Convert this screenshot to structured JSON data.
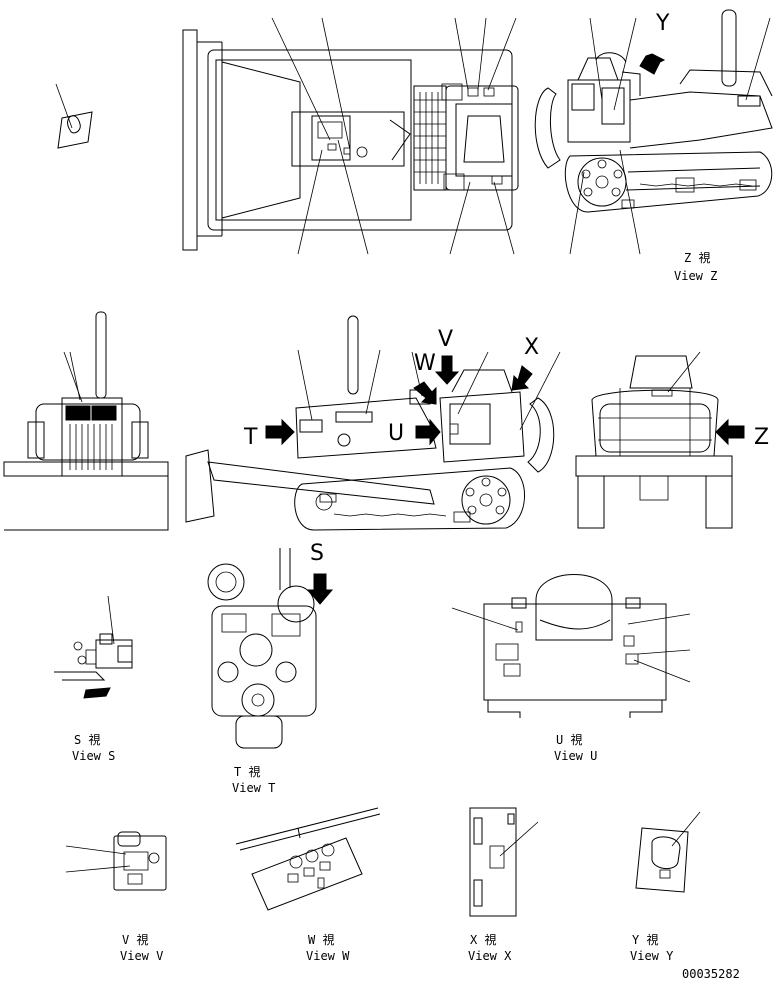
{
  "views": {
    "z": {
      "jp": "Z 視",
      "en": "View Z"
    },
    "s": {
      "jp": "S 視",
      "en": "View S"
    },
    "t": {
      "jp": "T 視",
      "en": "View T"
    },
    "u": {
      "jp": "U 視",
      "en": "View U"
    },
    "v": {
      "jp": "V 視",
      "en": "View V"
    },
    "w": {
      "jp": "W 視",
      "en": "View W"
    },
    "x": {
      "jp": "X 視",
      "en": "View X"
    },
    "y": {
      "jp": "Y 視",
      "en": "View Y"
    }
  },
  "arrows": {
    "y": "Y",
    "v": "V",
    "w": "W",
    "x": "X",
    "t": "T",
    "u": "U",
    "z": "Z",
    "s": "S"
  },
  "drawing_number": "00035282"
}
